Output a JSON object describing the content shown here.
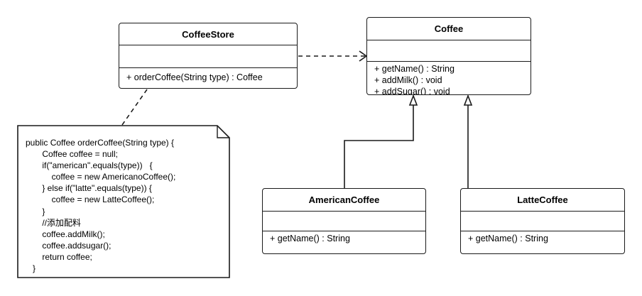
{
  "coffee_store": {
    "name": "CoffeeStore",
    "operations": [
      "+ orderCoffee(String type) : Coffee"
    ]
  },
  "coffee": {
    "name": "Coffee",
    "operations": [
      "+ getName() : String",
      "+ addMilk() : void",
      "+ addSugar() : void"
    ]
  },
  "american_coffee": {
    "name": "AmericanCoffee",
    "operations": [
      "+ getName() : String"
    ]
  },
  "latte_coffee": {
    "name": "LatteCoffee",
    "operations": [
      "+ getName() : String"
    ]
  },
  "note": {
    "lines": [
      "public Coffee orderCoffee(String type) {",
      "       Coffee coffee = null;",
      "       if(\"american\".equals(type))   {",
      "           coffee = new AmericanoCoffee();",
      "       } else if(\"latte\".equals(type)) {",
      "           coffee = new LatteCoffee();",
      "       }",
      "       //添加配料",
      "       coffee.addMilk();",
      "       coffee.addsugar();",
      "       return coffee;",
      "   }"
    ]
  }
}
